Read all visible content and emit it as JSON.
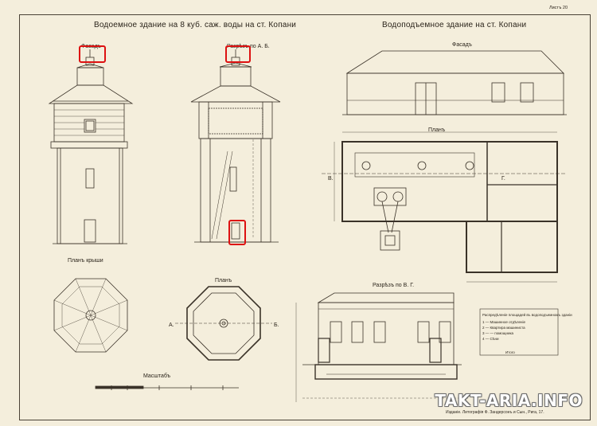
{
  "sheet": {
    "page_label": "Листъ 20",
    "left_title": "Водоемное здание на 8 куб. саж. воды на ст. Копани",
    "right_title": "Водоподъемное здание на ст. Копани",
    "facade_label_left": "Фасадъ",
    "section_label_ab": "Разрѣзъ по А. Б.",
    "roof_plan_label": "Планъ крыши",
    "plan_label_left": "Планъ",
    "scale_label": "Масштабъ",
    "facade_label_right": "Фасадъ",
    "plan_label_right": "Планъ",
    "section_label_vg": "Разрѣзъ по В. Г.",
    "marker_a": "А.",
    "marker_b": "Б.",
    "marker_v": "В.",
    "marker_g": "Г.",
    "legend_title": "Распредѣленіе площадей въ водоподъемномъ зданіи",
    "legend_rows": [
      "1 — Машинное отдѣленіе",
      "2 — Квартира машиниста",
      "3 — — помощника",
      "4 — Сѣни"
    ],
    "legend_total": "Итого",
    "imprint": "Изданіе. Литографія Ф. Зандерсонъ и Сын., Рига, 17.",
    "watermark": "TAKT-ARIA.INFO"
  },
  "colors": {
    "paper": "#f4eedc",
    "ink": "#3a3228",
    "highlight": "#dd1111"
  }
}
